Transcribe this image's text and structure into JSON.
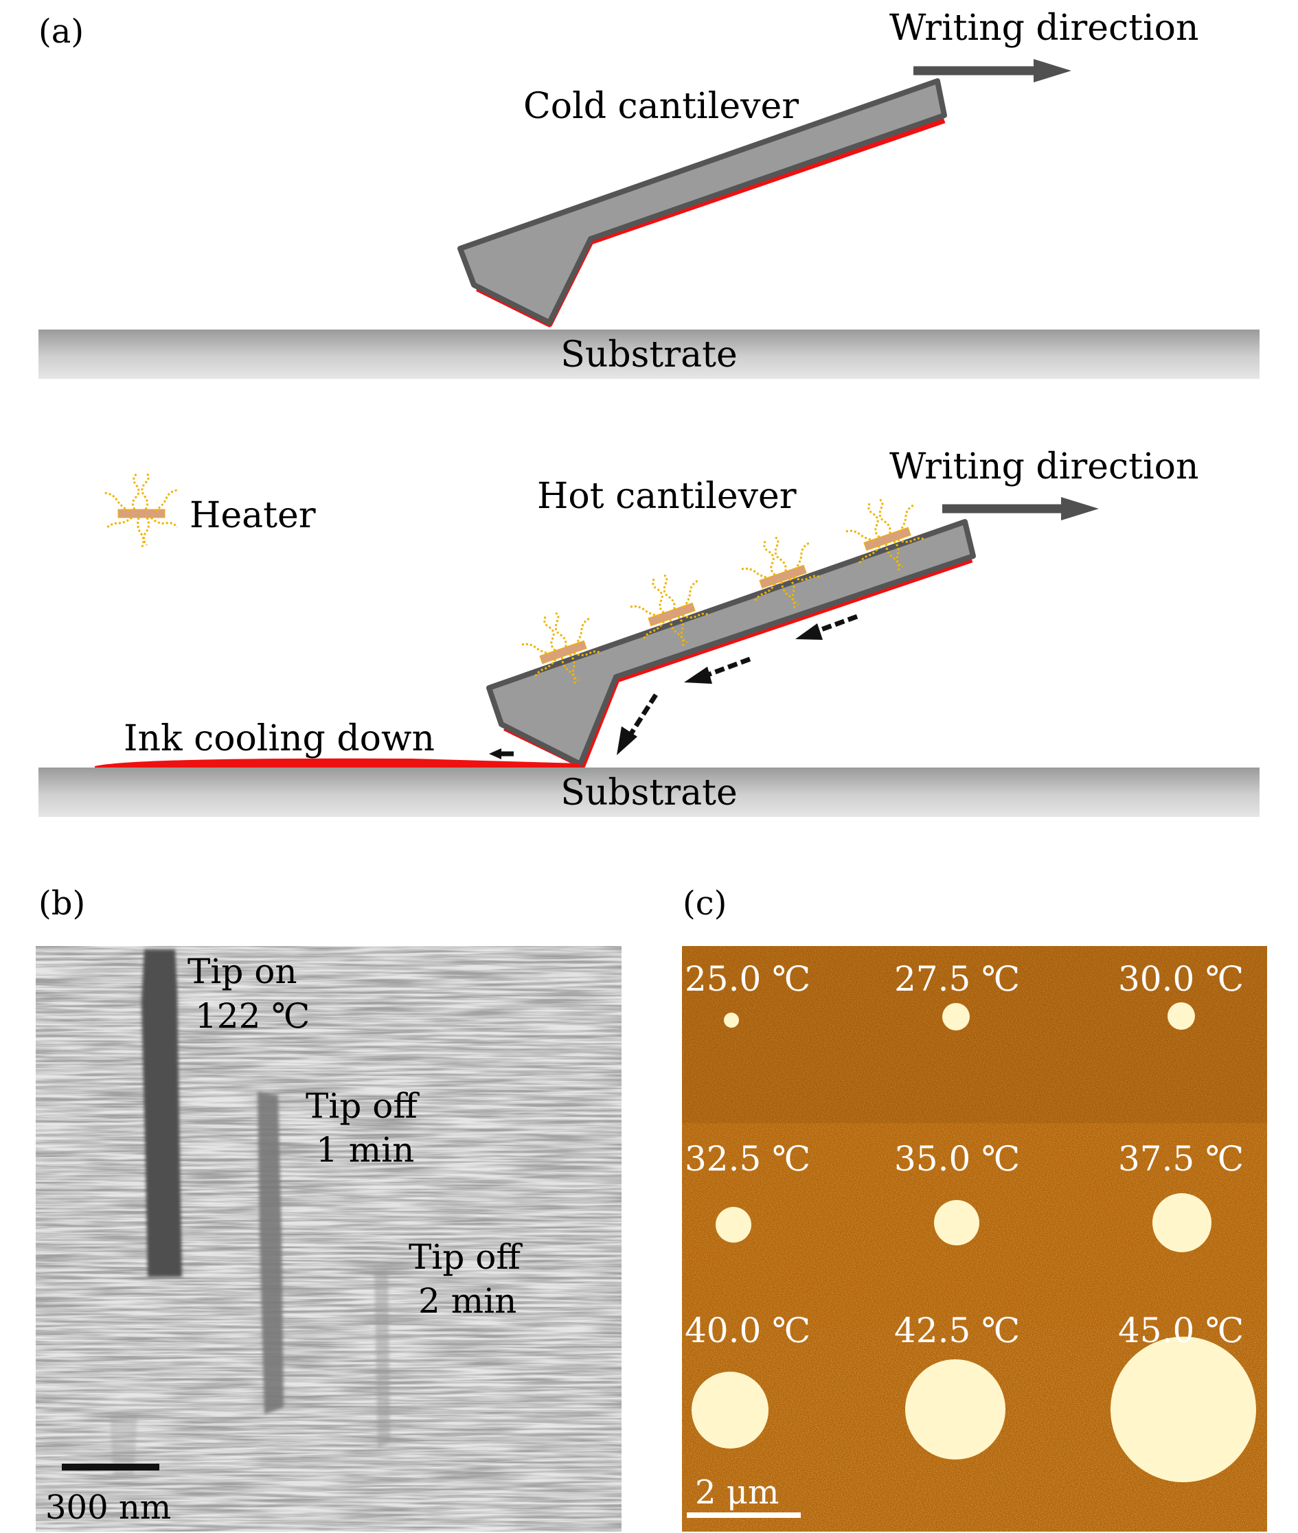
{
  "panel_a": {
    "label": "(a)",
    "top": {
      "writing_direction": "Writing direction",
      "cantilever_label": "Cold cantilever",
      "substrate_label": "Substrate"
    },
    "bottom": {
      "writing_direction": "Writing direction",
      "cantilever_label": "Hot cantilever",
      "heater_legend": "Heater",
      "ink_label": "Ink cooling down",
      "substrate_label": "Substrate"
    }
  },
  "panel_b": {
    "label": "(b)",
    "annotations": [
      {
        "line1": "Tip on",
        "line2": "122 ℃"
      },
      {
        "line1": "Tip off",
        "line2": "1 min"
      },
      {
        "line1": "Tip off",
        "line2": "2 min"
      }
    ],
    "scale_bar": "300 nm"
  },
  "panel_c": {
    "label": "(c)",
    "temperatures": [
      "25.0 ℃",
      "27.5 ℃",
      "30.0 ℃",
      "32.5 ℃",
      "35.0 ℃",
      "37.5 ℃",
      "40.0 ℃",
      "42.5 ℃",
      "45.0 ℃"
    ],
    "scale_bar": "2 μm"
  },
  "colors": {
    "cantilever_fill": "#9b9b9b",
    "cantilever_edge": "#555555",
    "ink": "#ee1111",
    "heater": "#d9a07a",
    "molecule": "#f0b400",
    "afm_background": "#b0620a",
    "afm_dot": "#fff6cc"
  }
}
